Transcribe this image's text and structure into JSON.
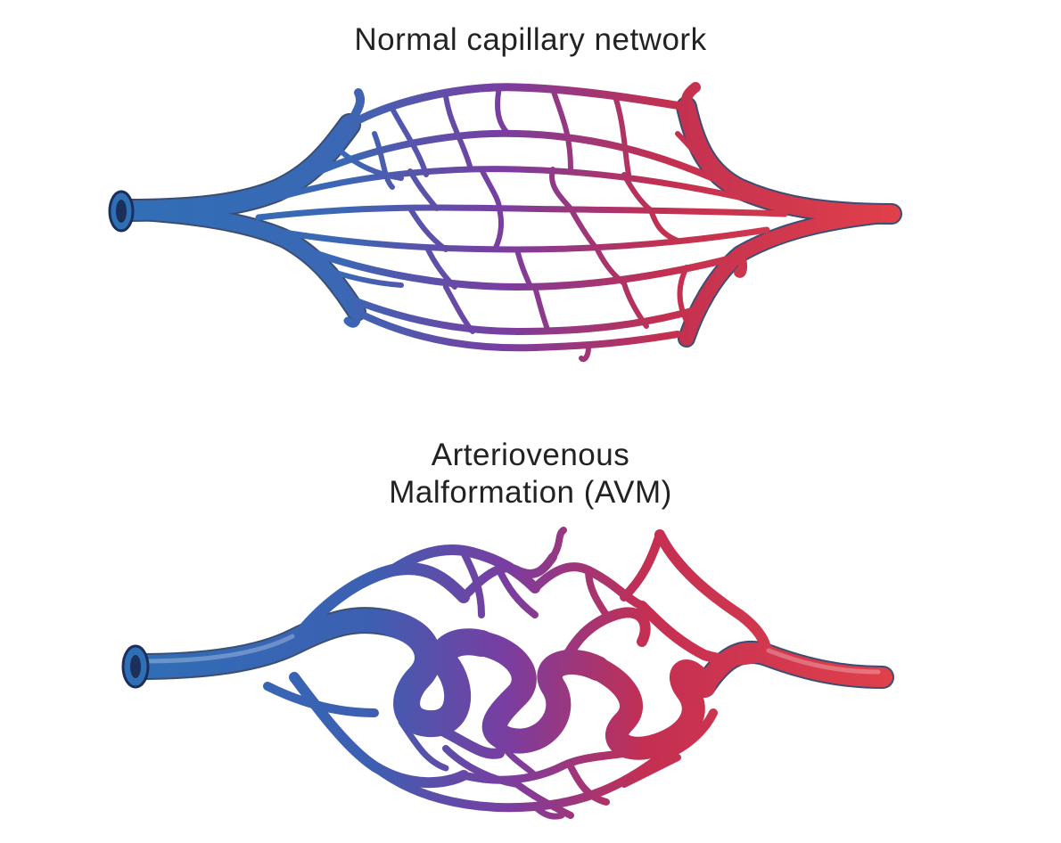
{
  "normal": {
    "title": "Normal capillary network"
  },
  "avm": {
    "title_line1": "Arteriovenous",
    "title_line2": "Malformation (AVM)"
  },
  "colors": {
    "vein": "#2f6fb6",
    "capillary": "#7a3da0",
    "artery": "#d8323f"
  }
}
